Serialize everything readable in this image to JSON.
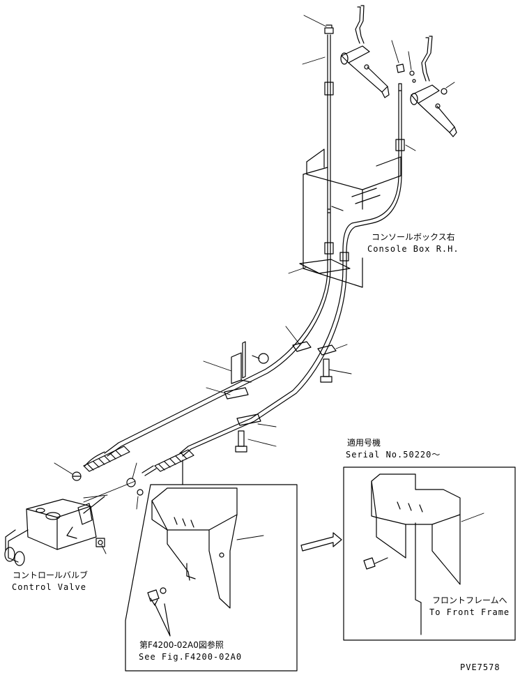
{
  "labels": {
    "console_box_jp": "コンソールボックス右",
    "console_box_en": "Console Box R.H.",
    "serial_jp": "適用号機",
    "serial_en": "Serial No.50220～",
    "control_valve_jp": "コントロールバルブ",
    "control_valve_en": "Control Valve",
    "see_fig_jp": "第F4200-02A0図参照",
    "see_fig_en": "See Fig.F4200-02A0",
    "front_frame_jp": "フロントフレームへ",
    "front_frame_en": "To Front Frame",
    "drawing_code": "PVE7578"
  },
  "colors": {
    "line": "#000000",
    "background": "#ffffff"
  }
}
